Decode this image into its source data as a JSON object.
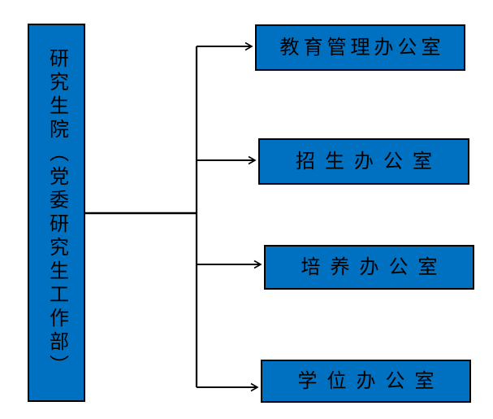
{
  "diagram": {
    "type": "org-chart",
    "root": {
      "label": "研究生院（党委研究生工作部）"
    },
    "children": [
      {
        "label": "教育管理办公室"
      },
      {
        "label": "招生办公室"
      },
      {
        "label": "培养办公室"
      },
      {
        "label": "学位办公室"
      }
    ],
    "colors": {
      "box_fill": "#0070C0",
      "box_border": "#000000",
      "connector": "#000000",
      "label_text": "#000000",
      "background": "#FFFFFF"
    }
  }
}
